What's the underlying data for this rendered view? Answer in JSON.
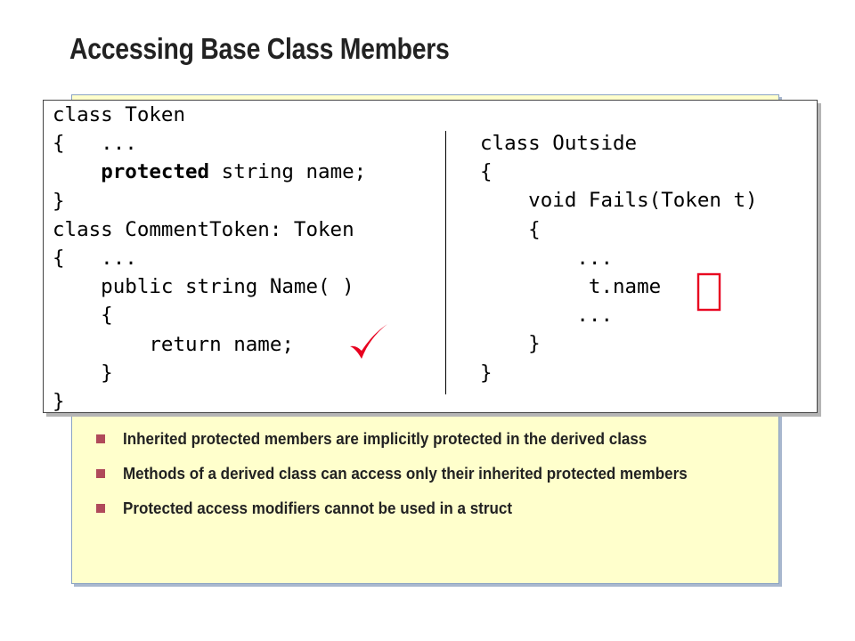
{
  "slide": {
    "title": "Accessing Base Class Members"
  },
  "code": {
    "left_lines": [
      "class Token",
      "{   ...",
      "    <b>protected</b> string name;",
      "}",
      "class CommentToken: Token",
      "{   ...",
      "    public string Name( )",
      "    {",
      "        return name;",
      "    }",
      "}"
    ],
    "right_lines": [
      "class Outside",
      "{",
      "    void Fails(Token t)",
      "    {",
      "        ...",
      "         t.name",
      "        ...",
      "    }",
      "}"
    ]
  },
  "marks": {
    "check_icon": "check-mark-icon",
    "cross_icon": "cross-mark-icon",
    "check_color": "#e8001f",
    "cross_color": "#e8001f"
  },
  "bullets": [
    "Inherited protected members are implicitly protected in the derived class",
    "Methods of a derived class can access only their inherited protected members",
    "Protected access modifiers cannot be used in a struct"
  ],
  "colors": {
    "panel_background": "#ffffcc",
    "bullet_marker": "#b04a5a",
    "title_text": "#222222"
  }
}
